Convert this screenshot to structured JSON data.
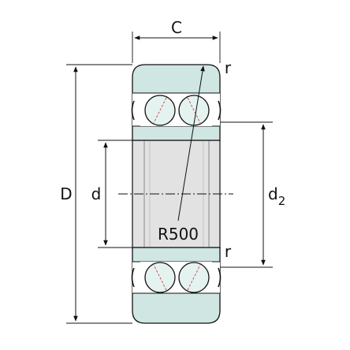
{
  "labels": {
    "width": "C",
    "outer_diameter": "D",
    "bore_diameter": "d",
    "d2_base": "d",
    "d2_sub": "2",
    "radius_top": "r",
    "radius_bottom": "r",
    "crown_radius": "R500"
  },
  "colors": {
    "ring_fill": "#cfe6e2",
    "ball_fill": "#e4f3f0",
    "bore_fill": "#e2e2e2",
    "line": "#111111",
    "center_mark": "#d04040"
  }
}
